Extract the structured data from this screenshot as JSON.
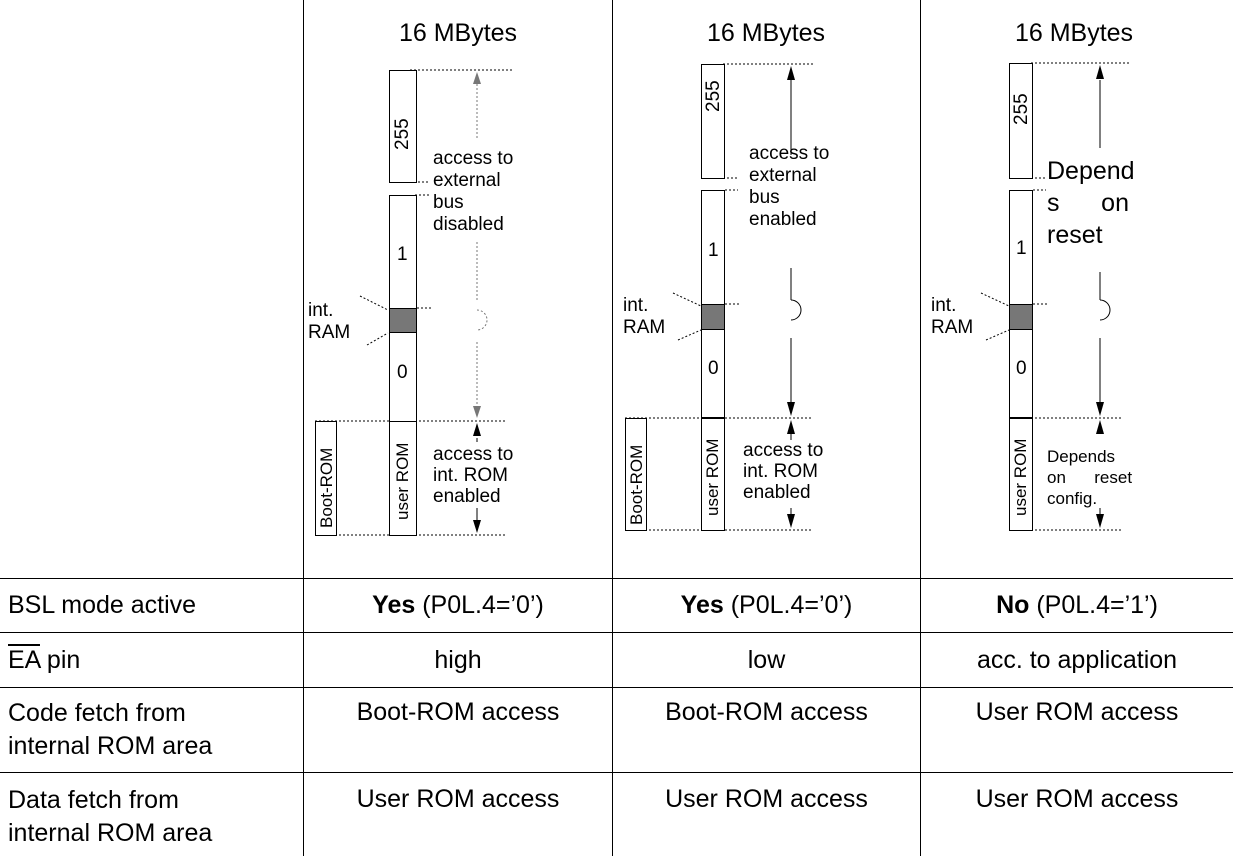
{
  "columns": [
    {
      "title": "16 MBytes",
      "segments": {
        "seg255": "255",
        "seg1": "1",
        "seg0": "0",
        "user_rom": "user ROM",
        "boot_rom": "Boot-ROM"
      },
      "ram_label": "int.\nRAM",
      "upper_note": "access to\nexternal\nbus\ndisabled",
      "lower_note": "access to\nint. ROM\nenabled"
    },
    {
      "title": "16 MBytes",
      "segments": {
        "seg255": "255",
        "seg1": "1",
        "seg0": "0",
        "user_rom": "user ROM",
        "boot_rom": "Boot-ROM"
      },
      "ram_label": "int.\nRAM",
      "upper_note": "access to\nexternal\nbus\nenabled",
      "lower_note": "access to\nint. ROM\nenabled"
    },
    {
      "title": "16 MBytes",
      "segments": {
        "seg255": "255",
        "seg1": "1",
        "seg0": "0",
        "user_rom": "user ROM"
      },
      "ram_label": "int.\nRAM",
      "upper_note": "Depend\ns      on\nreset",
      "lower_note": "Depends\non      reset\nconfig."
    }
  ],
  "rows": [
    {
      "label": "BSL mode active",
      "cells": [
        {
          "bold": "Yes",
          "rest": " (P0L.4=’0’)"
        },
        {
          "bold": "Yes",
          "rest": " (P0L.4=’0’)"
        },
        {
          "bold": "No",
          "rest": " (P0L.4=’1’)"
        }
      ]
    },
    {
      "label_overline": "EA",
      "label_rest": " pin",
      "cells": [
        {
          "text": "high"
        },
        {
          "text": "low"
        },
        {
          "text": "acc. to application"
        }
      ]
    },
    {
      "label": "Code fetch from\ninternal ROM area",
      "cells": [
        {
          "text": "Boot-ROM access"
        },
        {
          "text": "Boot-ROM access"
        },
        {
          "text": "User ROM access"
        }
      ]
    },
    {
      "label": "Data fetch from\ninternal ROM area",
      "cells": [
        {
          "text": "User ROM access"
        },
        {
          "text": "User ROM access"
        },
        {
          "text": "User ROM access"
        }
      ]
    }
  ]
}
